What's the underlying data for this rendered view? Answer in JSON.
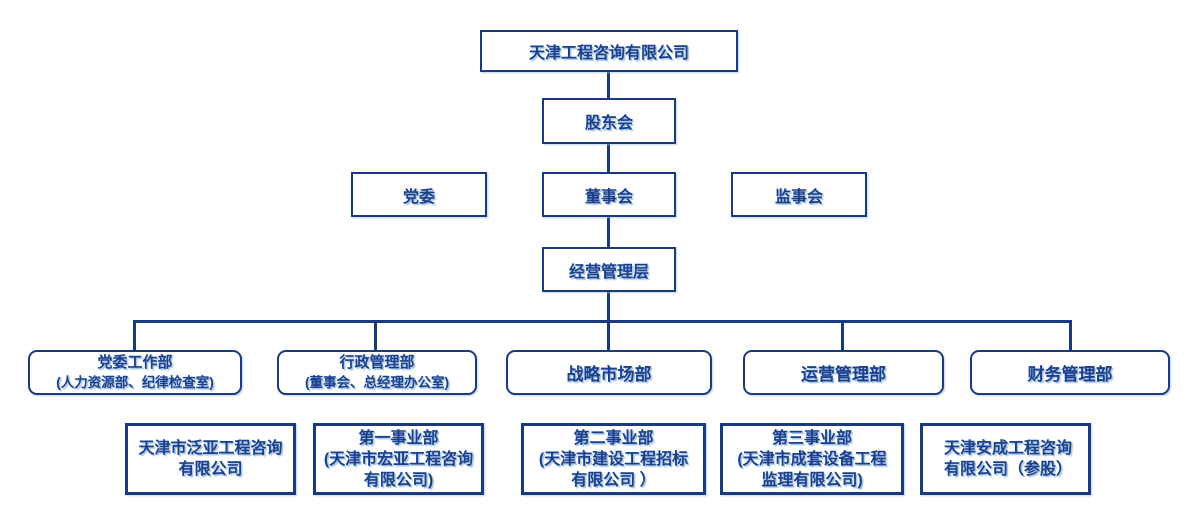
{
  "colors": {
    "line": "#1b3a7e",
    "text": "#1c3f8c",
    "text_shadow": "#b6cde9",
    "background": "#ffffff"
  },
  "org_chart": {
    "level1": {
      "company": "天津工程咨询有限公司"
    },
    "level2": {
      "shareholders": "股东会"
    },
    "level3": {
      "party_committee": "党委",
      "board": "董事会",
      "supervisory_board": "监事会"
    },
    "level4": {
      "management": "经营管理层"
    },
    "departments": {
      "party_work": {
        "line1": "党委工作部",
        "line2": "(人力资源部、纪律检查室)"
      },
      "admin": {
        "line1": "行政管理部",
        "line2": "(董事会、总经理办公室)"
      },
      "strategy_market": {
        "label": "战略市场部"
      },
      "operations": {
        "label": "运营管理部"
      },
      "finance": {
        "label": "财务管理部"
      }
    },
    "subsidiaries": {
      "fanya": {
        "line1": "天津市泛亚工程咨询",
        "line2": "有限公司"
      },
      "division1": {
        "line1": "第一事业部",
        "line2": "(天津市宏亚工程咨询",
        "line3": "有限公司)"
      },
      "division2": {
        "line1": "第二事业部",
        "line2": "(天津市建设工程招标",
        "line3": "有限公司 ）"
      },
      "division3": {
        "line1": "第三事业部",
        "line2": "(天津市成套设备工程",
        "line3": "监理有限公司)"
      },
      "ancheng": {
        "line1": "天津安成工程咨询",
        "line2": "有限公司（参股）"
      }
    }
  }
}
